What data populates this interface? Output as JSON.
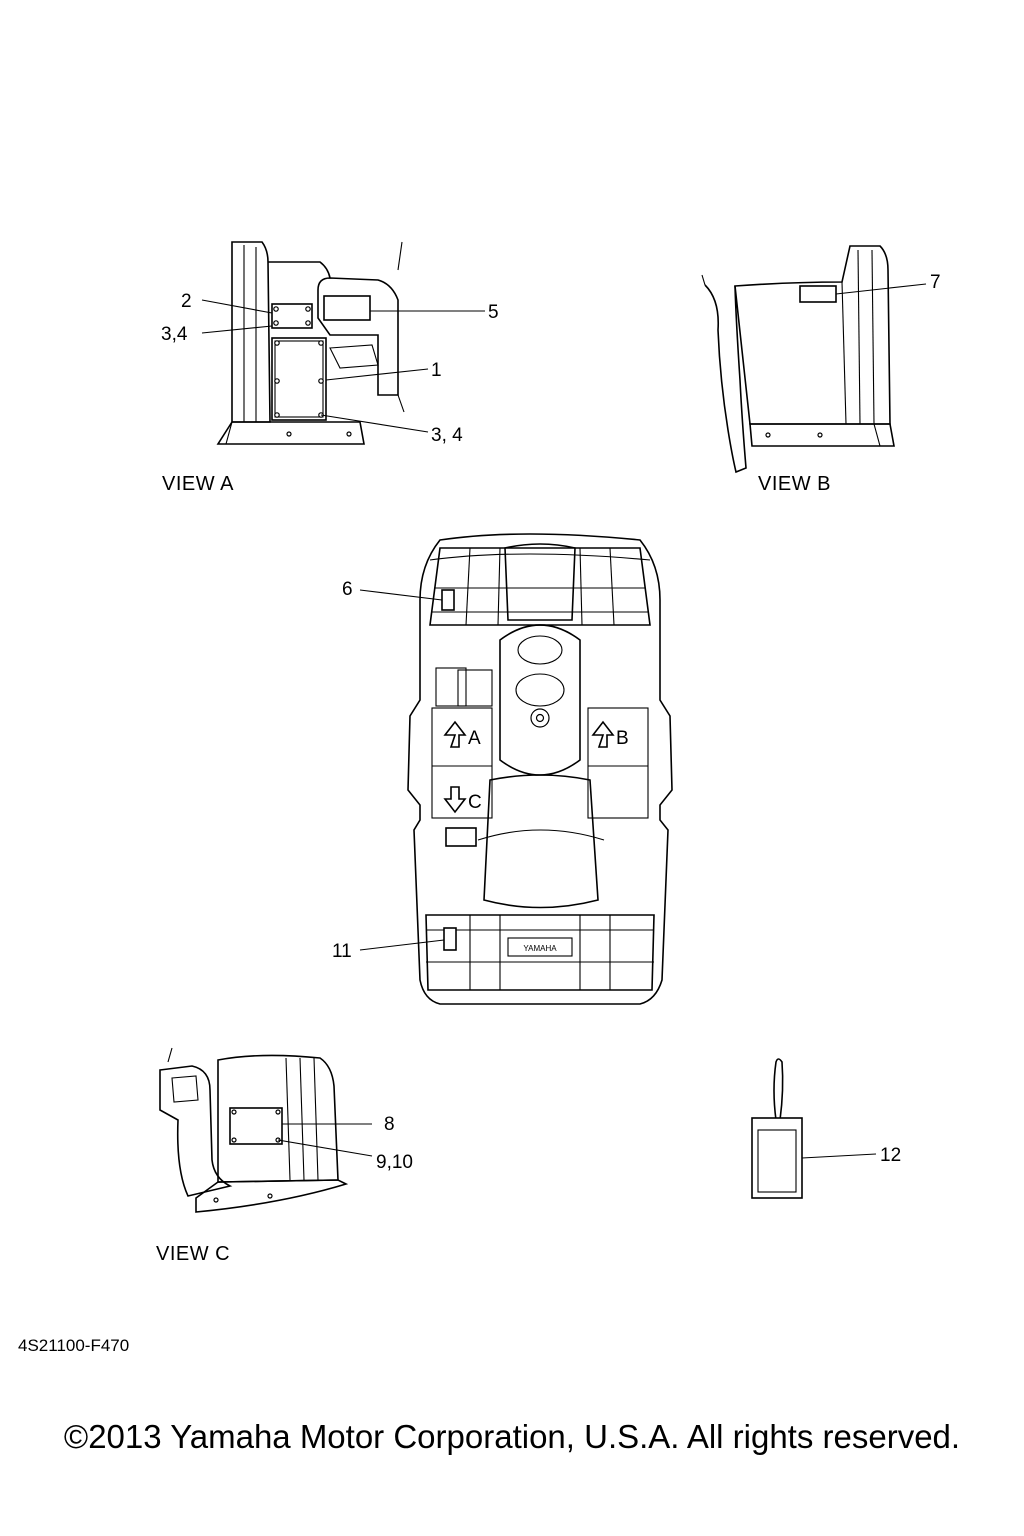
{
  "views": {
    "a": "VIEW A",
    "b": "VIEW B",
    "c": "VIEW C"
  },
  "callouts": {
    "view_a": [
      "2",
      "3,4",
      "5",
      "1",
      "3, 4"
    ],
    "view_b": [
      "7"
    ],
    "top": [
      "6",
      "11"
    ],
    "view_c": [
      "8",
      "9,10"
    ],
    "tag": [
      "12"
    ]
  },
  "arrows": {
    "a": "A",
    "b": "B",
    "c": "C"
  },
  "brand_mark": "YAMAHA",
  "diagram_code": "4S21100-F470",
  "copyright": "©2013 Yamaha Motor Corporation, U.S.A. All rights reserved."
}
